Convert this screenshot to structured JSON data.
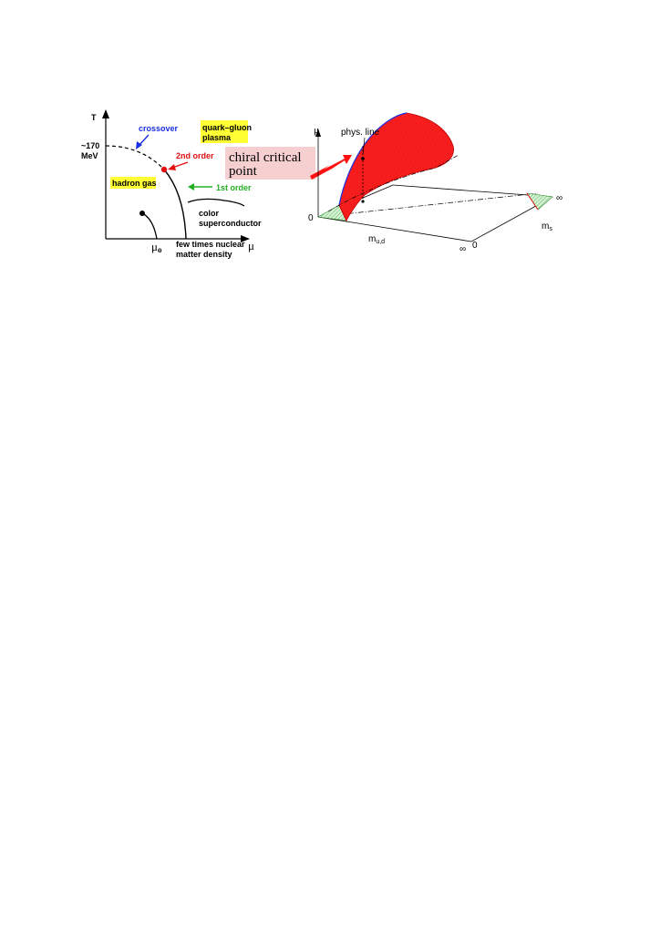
{
  "phase_diagram": {
    "axis_T": "T",
    "axis_mu": "μ",
    "temp_value": "~170",
    "temp_unit": "MeV",
    "crossover": "crossover",
    "qgp_line1": "quark–gluon",
    "qgp_line2": "plasma",
    "second_order": "2nd order",
    "first_order": "1st order",
    "hadron_gas": "hadron gas",
    "color_line1": "color",
    "color_line2": "superconductor",
    "mu0": "μ",
    "mu0_sub": "o",
    "nuclear_line1": "few times nuclear",
    "nuclear_line2": "matter density"
  },
  "callout": {
    "line1": "chiral critical",
    "line2": "point"
  },
  "columbia_plot": {
    "axis_mu": "μ",
    "phys_line": "phys. line",
    "origin": "0",
    "infinity_right": "∞",
    "axis_ms": "m",
    "axis_ms_sub": "s",
    "axis_mud": "m",
    "axis_mud_sub": "u,d",
    "infinity_bottom": "∞",
    "zero_bottom": "0"
  },
  "colors": {
    "crossover": "#1a2ee6",
    "second_order": "#e01010",
    "first_order": "#22b022",
    "highlight": "#ffff33",
    "surface": "#ff1a1a",
    "callout_bg": "#f6d0d0",
    "triangle_fill": "#cfeecf"
  }
}
